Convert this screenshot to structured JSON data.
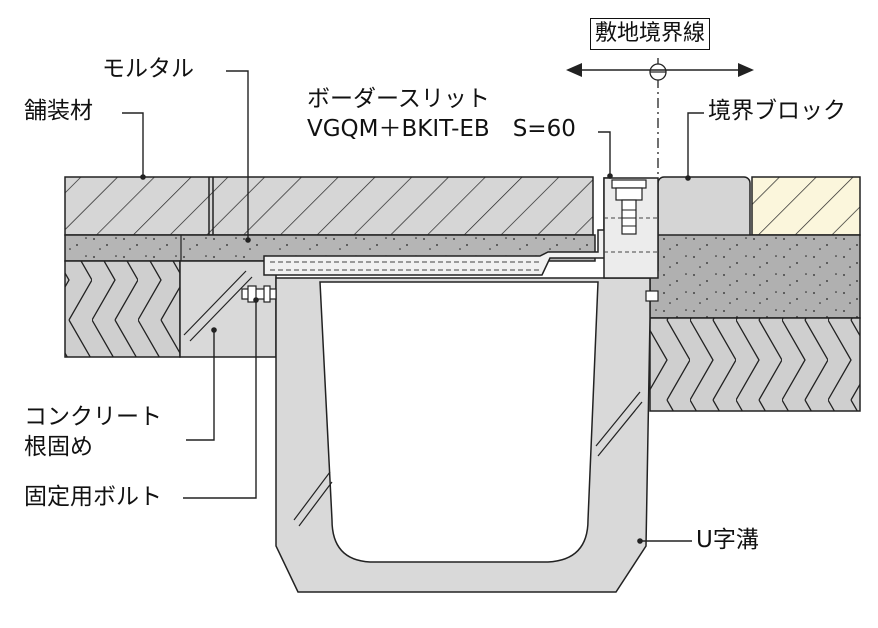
{
  "labels": {
    "boundary_line": "敷地境界線",
    "mortar": "モルタル",
    "paving": "舗装材",
    "border_slit_1": "ボーダースリット",
    "border_slit_2": "VGQM＋BKIT-EB　S=60",
    "boundary_block": "境界ブロック",
    "concrete_1": "コンクリート",
    "concrete_2": "根固め",
    "bolt": "固定用ボルト",
    "u_ditch": "U字溝"
  },
  "colors": {
    "line": "#222222",
    "concrete": "#d9d9d9",
    "mortar": "#b5b5b5",
    "gravel": "#cfcfcf",
    "cream": "#fbf6dc",
    "block": "#d5d5d5"
  }
}
